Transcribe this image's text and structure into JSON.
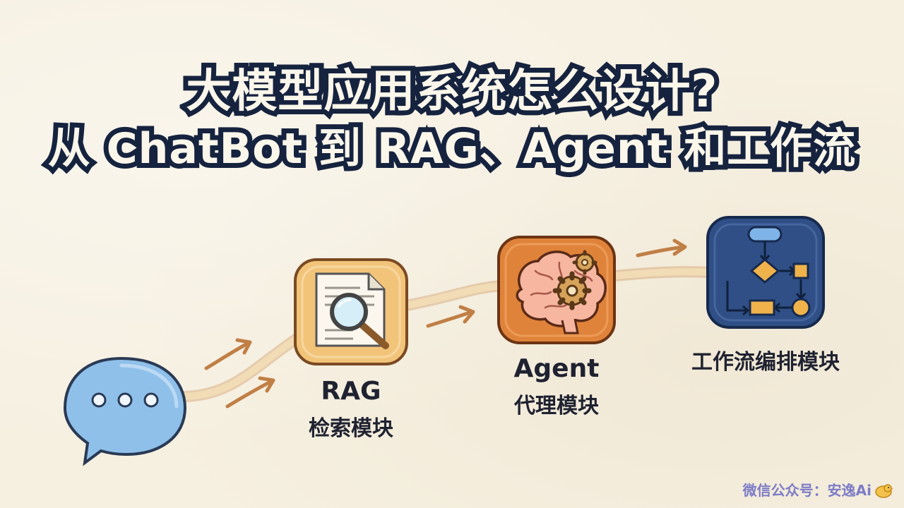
{
  "title": {
    "line1": "大模型应用系统怎么设计?",
    "line2": "从 ChatBot 到 RAG、Agent 和工作流"
  },
  "nodes": {
    "chatbot": {
      "icon": "chat-bubble-icon"
    },
    "rag": {
      "label": "RAG",
      "sublabel": "检索模块",
      "icon": "document-magnifier-icon"
    },
    "agent": {
      "label": "Agent",
      "sublabel": "代理模块",
      "icon": "brain-gears-icon"
    },
    "workflow": {
      "label": "工作流编排模块",
      "icon": "flowchart-icon"
    }
  },
  "watermark": "微信公众号：安逸Ai",
  "colors": {
    "title_fill": "#fbf6ea",
    "title_stroke": "#16233f",
    "chat_blue": "#8fc0ea",
    "rag_orange": "#f2c47a",
    "agent_orange": "#e0833a",
    "workflow_blue": "#2f4f86",
    "path_tan": "#f0d6ad"
  }
}
